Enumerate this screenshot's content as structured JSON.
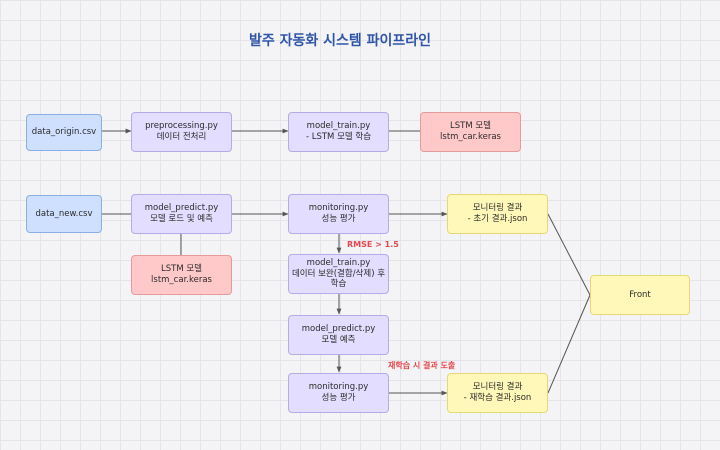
{
  "title": "발주 자동화 시스템 파이프라인",
  "nodes": {
    "data_origin": {
      "l1": "data_origin.csv"
    },
    "preprocessing": {
      "l1": "preprocessing.py",
      "l2": "데이터 전처리"
    },
    "model_train_1": {
      "l1": "model_train.py",
      "l2": "- LSTM 모델 학습"
    },
    "lstm_model_1": {
      "l1": "LSTM 모델",
      "l2": "lstm_car.keras"
    },
    "data_new": {
      "l1": "data_new.csv"
    },
    "model_predict_1": {
      "l1": "model_predict.py",
      "l2": "모델 로드 및 예측"
    },
    "monitoring_1": {
      "l1": "monitoring.py",
      "l2": "성능 평가"
    },
    "result_initial": {
      "l1": "모니터링 결과",
      "l2": "- 초기 결과.json"
    },
    "lstm_model_2": {
      "l1": "LSTM 모델",
      "l2": "lstm_car.keras"
    },
    "model_train_2": {
      "l1": "model_train.py",
      "l2": "데이터 보완(결합/삭제) 후",
      "l3": "학습"
    },
    "model_predict_2": {
      "l1": "model_predict.py",
      "l2": "모델 예측"
    },
    "monitoring_2": {
      "l1": "monitoring.py",
      "l2": "성능 평가"
    },
    "result_retrain": {
      "l1": "모니터링 결과",
      "l2": "- 재학습 결과.json"
    },
    "front": {
      "l1": "Front"
    }
  },
  "annotations": {
    "rmse": "RMSE > 1.5",
    "retrain_result": "재학습 시 결과 도출"
  },
  "colors": {
    "blue": "#cfe0ff",
    "purple": "#e3ddff",
    "red": "#ffc9ca",
    "yellow": "#fff8b8",
    "title": "#2f55a8",
    "annotation": "#e5484d",
    "line": "#555555"
  }
}
